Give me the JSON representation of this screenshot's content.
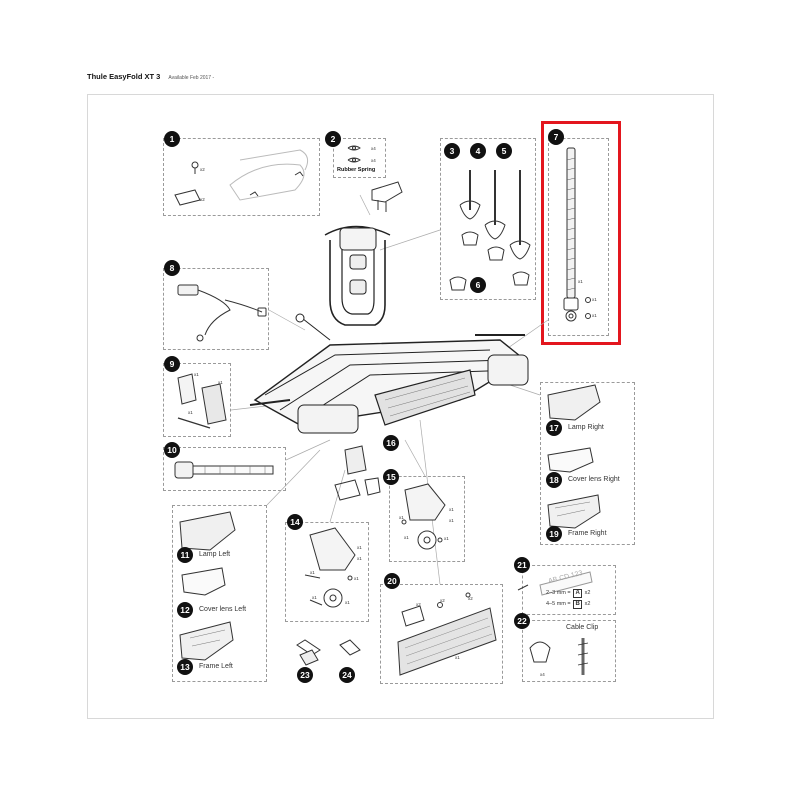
{
  "header": {
    "title": "Thule EasyFold XT 3",
    "subtitle": "Available Feb 2017 -"
  },
  "parts": {
    "p1": "1",
    "p2": "2",
    "p3": "3",
    "p4": "4",
    "p5": "5",
    "p6": "6",
    "p7": "7",
    "p8": "8",
    "p9": "9",
    "p10": "10",
    "p11": "11",
    "p12": "12",
    "p13": "13",
    "p14": "14",
    "p15": "15",
    "p16": "16",
    "p17": "17",
    "p18": "18",
    "p19": "19",
    "p20": "20",
    "p21": "21",
    "p22": "22",
    "p23": "23",
    "p24": "24"
  },
  "labels": {
    "rubber_spring": "Rubber Spring",
    "lamp_right": "Lamp Right",
    "cover_lens_right": "Cover lens Right",
    "frame_right": "Frame Right",
    "lamp_left": "Lamp Left",
    "cover_lens_left": "Cover lens Left",
    "frame_left": "Frame Left",
    "cable_clip": "Cable Clip",
    "plate_text": "AB CD 123",
    "size_a_range": "2–3 mm =",
    "size_a_letter": "A",
    "size_b_range": "4–5 mm =",
    "size_b_letter": "B"
  },
  "quantities": {
    "x1": "x1",
    "x2": "x2",
    "x3": "x3",
    "x4": "x4"
  },
  "highlight": {
    "part": "7",
    "color": "#e3161e"
  }
}
